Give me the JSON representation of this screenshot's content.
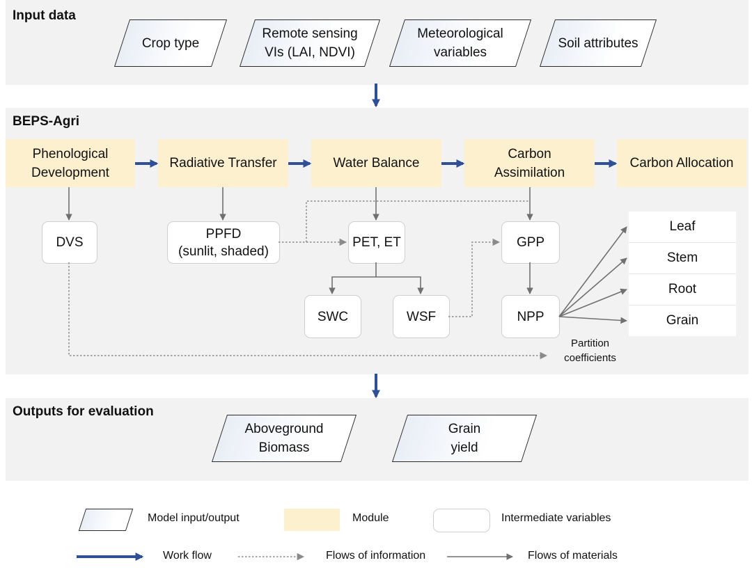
{
  "panels": {
    "input": "Input data",
    "model": "BEPS-Agri",
    "outputs": "Outputs for evaluation"
  },
  "inputs": {
    "crop_type": "Crop type",
    "remote_sensing": "Remote sensing\nVIs (LAI, NDVI)",
    "meteorological": "Meteorological\nvariables",
    "soil": "Soil attributes"
  },
  "modules": {
    "phenological": "Phenological\nDevelopment",
    "radiative": "Radiative Transfer",
    "water": "Water Balance",
    "carbon_assimilation": "Carbon\nAssimilation",
    "carbon_allocation": "Carbon Allocation"
  },
  "variables": {
    "dvs": "DVS",
    "ppfd": "PPFD\n(sunlit, shaded)",
    "pet_et": "PET, ET",
    "gpp": "GPP",
    "swc": "SWC",
    "wsf": "WSF",
    "npp": "NPP"
  },
  "organs": [
    "Leaf",
    "Stem",
    "Root",
    "Grain"
  ],
  "partition_label": "Partition\ncoefficients",
  "outputs": {
    "biomass": "Aboveground\nBiomass",
    "yield": "Grain\nyield"
  },
  "legend": {
    "io": "Model input/output",
    "module": "Module",
    "intermediate": "Intermediate variables",
    "workflow": "Work flow",
    "information": "Flows of information",
    "materials": "Flows of materials"
  },
  "colors": {
    "workflow": "#2f4f97",
    "module_fill": "#fdf0cf",
    "panel_fill": "#f2f2f2",
    "flow_gray": "#707070"
  }
}
